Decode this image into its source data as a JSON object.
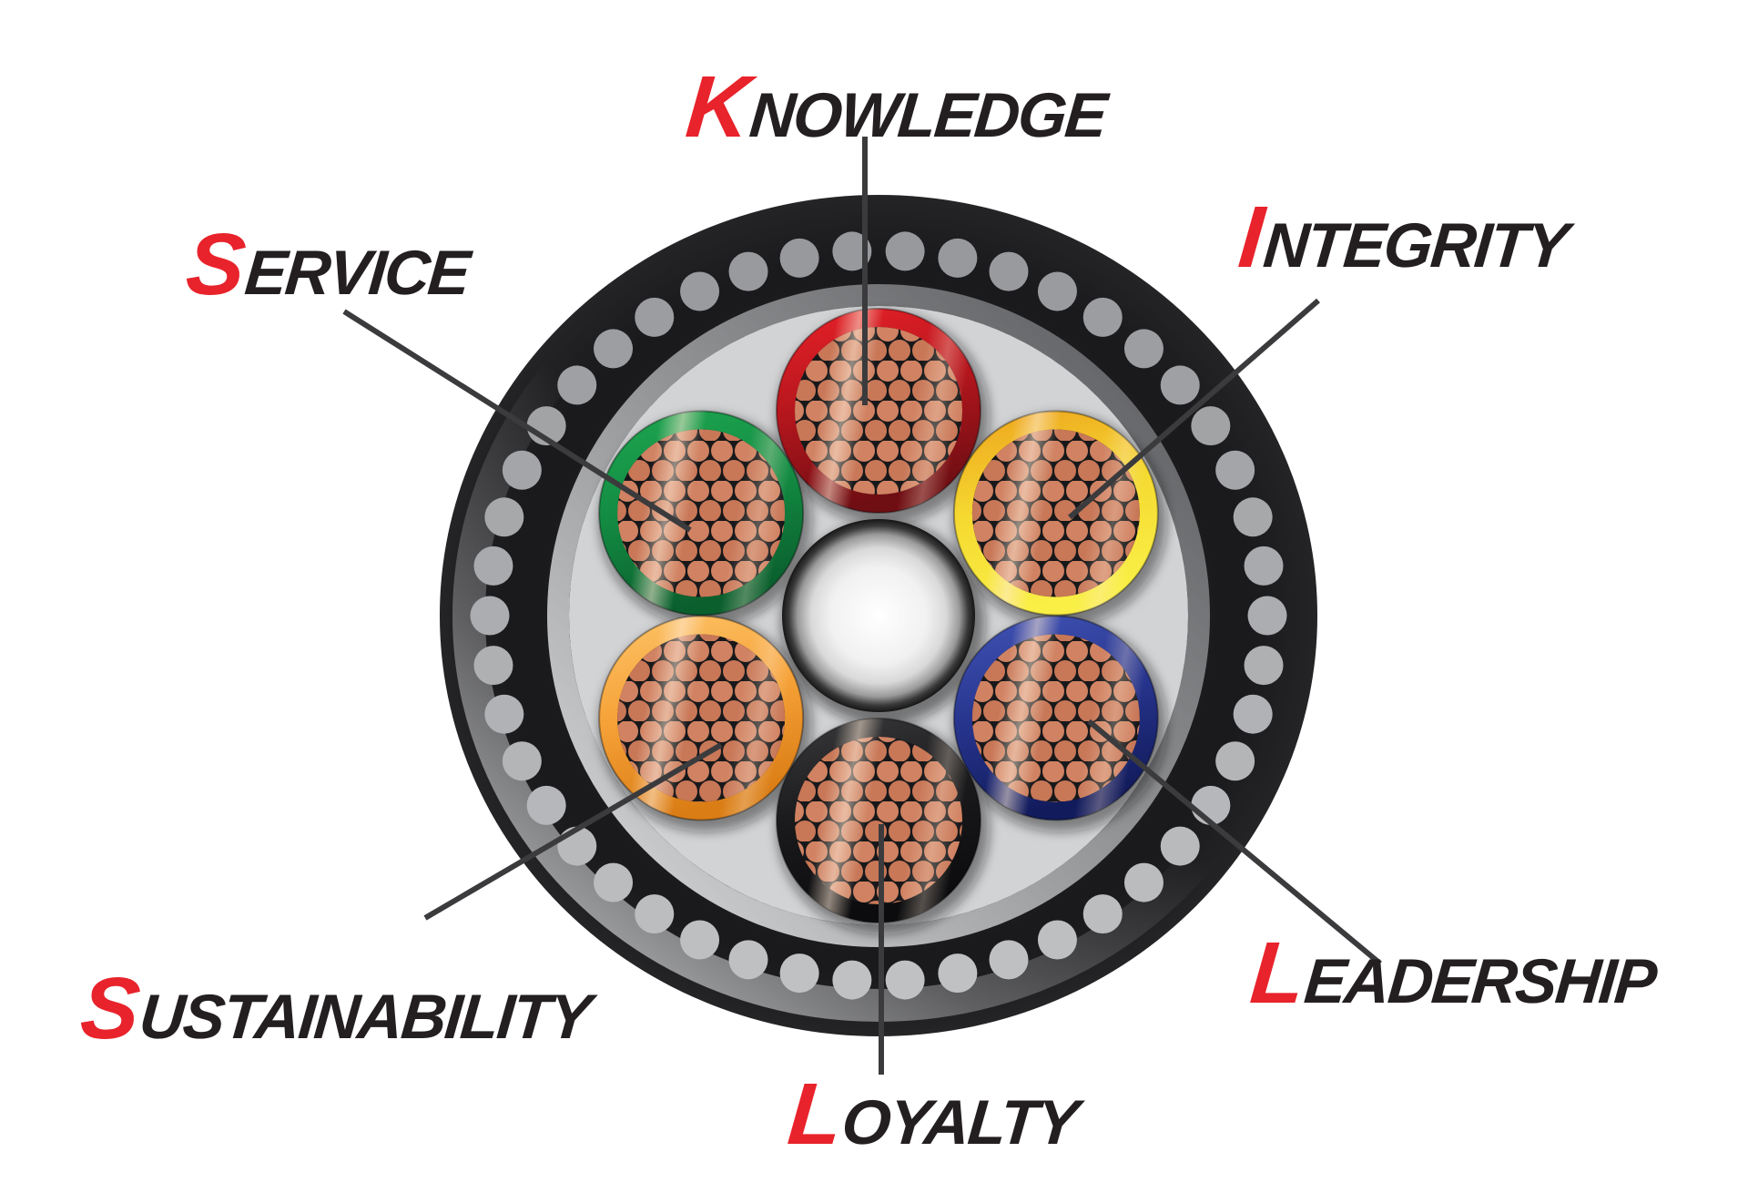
{
  "figure": {
    "type": "labeled-diagram",
    "subject": "armored multi-core cable cross-section with six company values"
  },
  "labels": [
    {
      "id": "knowledge",
      "first": "K",
      "rest": "NOWLEDGE"
    },
    {
      "id": "integrity",
      "first": "I",
      "rest": "NTEGRITY"
    },
    {
      "id": "service",
      "first": "S",
      "rest": "ERVICE"
    },
    {
      "id": "sustainability",
      "first": "S",
      "rest": "USTAINABILITY"
    },
    {
      "id": "loyalty",
      "first": "L",
      "rest": "OYALTY"
    },
    {
      "id": "leadership",
      "first": "L",
      "rest": "EADERSHIP"
    }
  ],
  "colors": {
    "accent_red": "#e8232b",
    "text_black": "#231f20",
    "background": "#ffffff",
    "jacket": "#1a1a1c",
    "jacket_edge": "#242426",
    "jacket_sheen": "210,211,213",
    "armor_dot_light": "#c0c1c3",
    "armor_dot_dark": "#97999c",
    "bedding": "#1b1b1d",
    "sheath_light": "#dadbdd",
    "sheath_mid": "#9b9c9e",
    "sheath_dark": "#56575a",
    "filler": "#d2d3d5",
    "strand_bg": "#18181a",
    "copper": "#d08262",
    "copper_alt": "#c87757",
    "copper_sheen": "255,235,215",
    "leader_line": "#3b3b3d",
    "center_core_stops": [
      "#ffffff",
      "#f1f1f1",
      "#d9d9d9",
      "#9a9a9a",
      "#3a3a3a",
      "#161616"
    ],
    "insulation": {
      "red": [
        "#ea2129",
        "#b5161d",
        "#6f0e13"
      ],
      "yellow": [
        "#eda01d",
        "#f5d930",
        "#f9ef45"
      ],
      "green": [
        "#1ea650",
        "#138c43",
        "#0a5f2d"
      ],
      "orange": [
        "#fdc468",
        "#f6a238",
        "#da7d15"
      ],
      "blue": [
        "#4254b6",
        "#27358e",
        "#121b5c"
      ],
      "black": [
        "#3a3a3c",
        "#1a1a1c",
        "#0c0c0e"
      ]
    }
  },
  "conductors": [
    {
      "value": "knowledge",
      "insulation": "red",
      "angle": -90
    },
    {
      "value": "integrity",
      "insulation": "yellow",
      "angle": -30
    },
    {
      "value": "leadership",
      "insulation": "blue",
      "angle": 30
    },
    {
      "value": "loyalty",
      "insulation": "black",
      "angle": 90
    },
    {
      "value": "sustainability",
      "insulation": "orange",
      "angle": 150
    },
    {
      "value": "service",
      "insulation": "green",
      "angle": 210
    }
  ]
}
